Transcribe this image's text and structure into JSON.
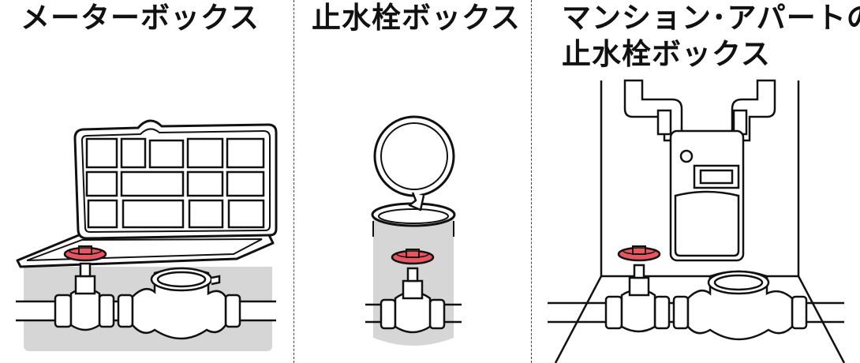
{
  "panels": [
    {
      "title": "メーターボックス"
    },
    {
      "title": "止水栓ボックス"
    },
    {
      "title_lines": [
        "マンション･アパートの",
        "止水栓ボックス"
      ]
    }
  ],
  "colors": {
    "line": "#111111",
    "shadow": "#d6d6d6",
    "valve_handle": "#e8545f",
    "background": "#ffffff"
  },
  "icons": [
    "meter-box-illustration",
    "stopcock-box-illustration",
    "apartment-stopcock-box-illustration"
  ]
}
